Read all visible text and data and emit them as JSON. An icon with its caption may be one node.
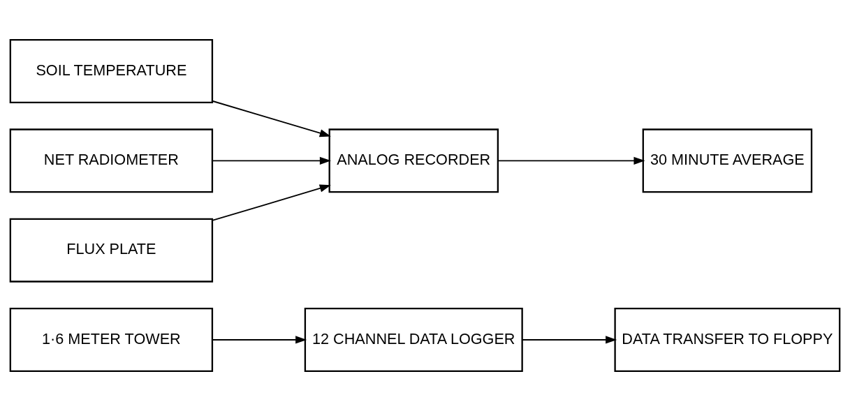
{
  "diagram": {
    "nodes": [
      {
        "text": [
          "SOIL TEMPERATURE"
        ]
      },
      {
        "text": [
          "NET RADIOMETER"
        ]
      },
      {
        "text": [
          "FLUX PLATE"
        ]
      },
      {
        "text": [
          "ANALOG RECORDER"
        ]
      },
      {
        "text": [
          "30 MINUTE AVERAGE"
        ]
      },
      {
        "text": [
          "1·6 METER TOWER"
        ]
      },
      {
        "text": [
          "12 CHANNEL DATA LOGGER"
        ]
      },
      {
        "text": [
          "DATA TRANSFER TO FLOPPY"
        ]
      }
    ],
    "edges": [
      {
        "from": 0,
        "to": 3,
        "arrow": "to"
      },
      {
        "from": 1,
        "to": 3,
        "arrow": "to"
      },
      {
        "from": 2,
        "to": 3,
        "arrow": "to"
      },
      {
        "from": 3,
        "to": 4,
        "arrow": "to"
      },
      {
        "from": 5,
        "to": 6,
        "arrow": "to"
      },
      {
        "from": 6,
        "to": 7,
        "arrow": "to"
      }
    ]
  }
}
